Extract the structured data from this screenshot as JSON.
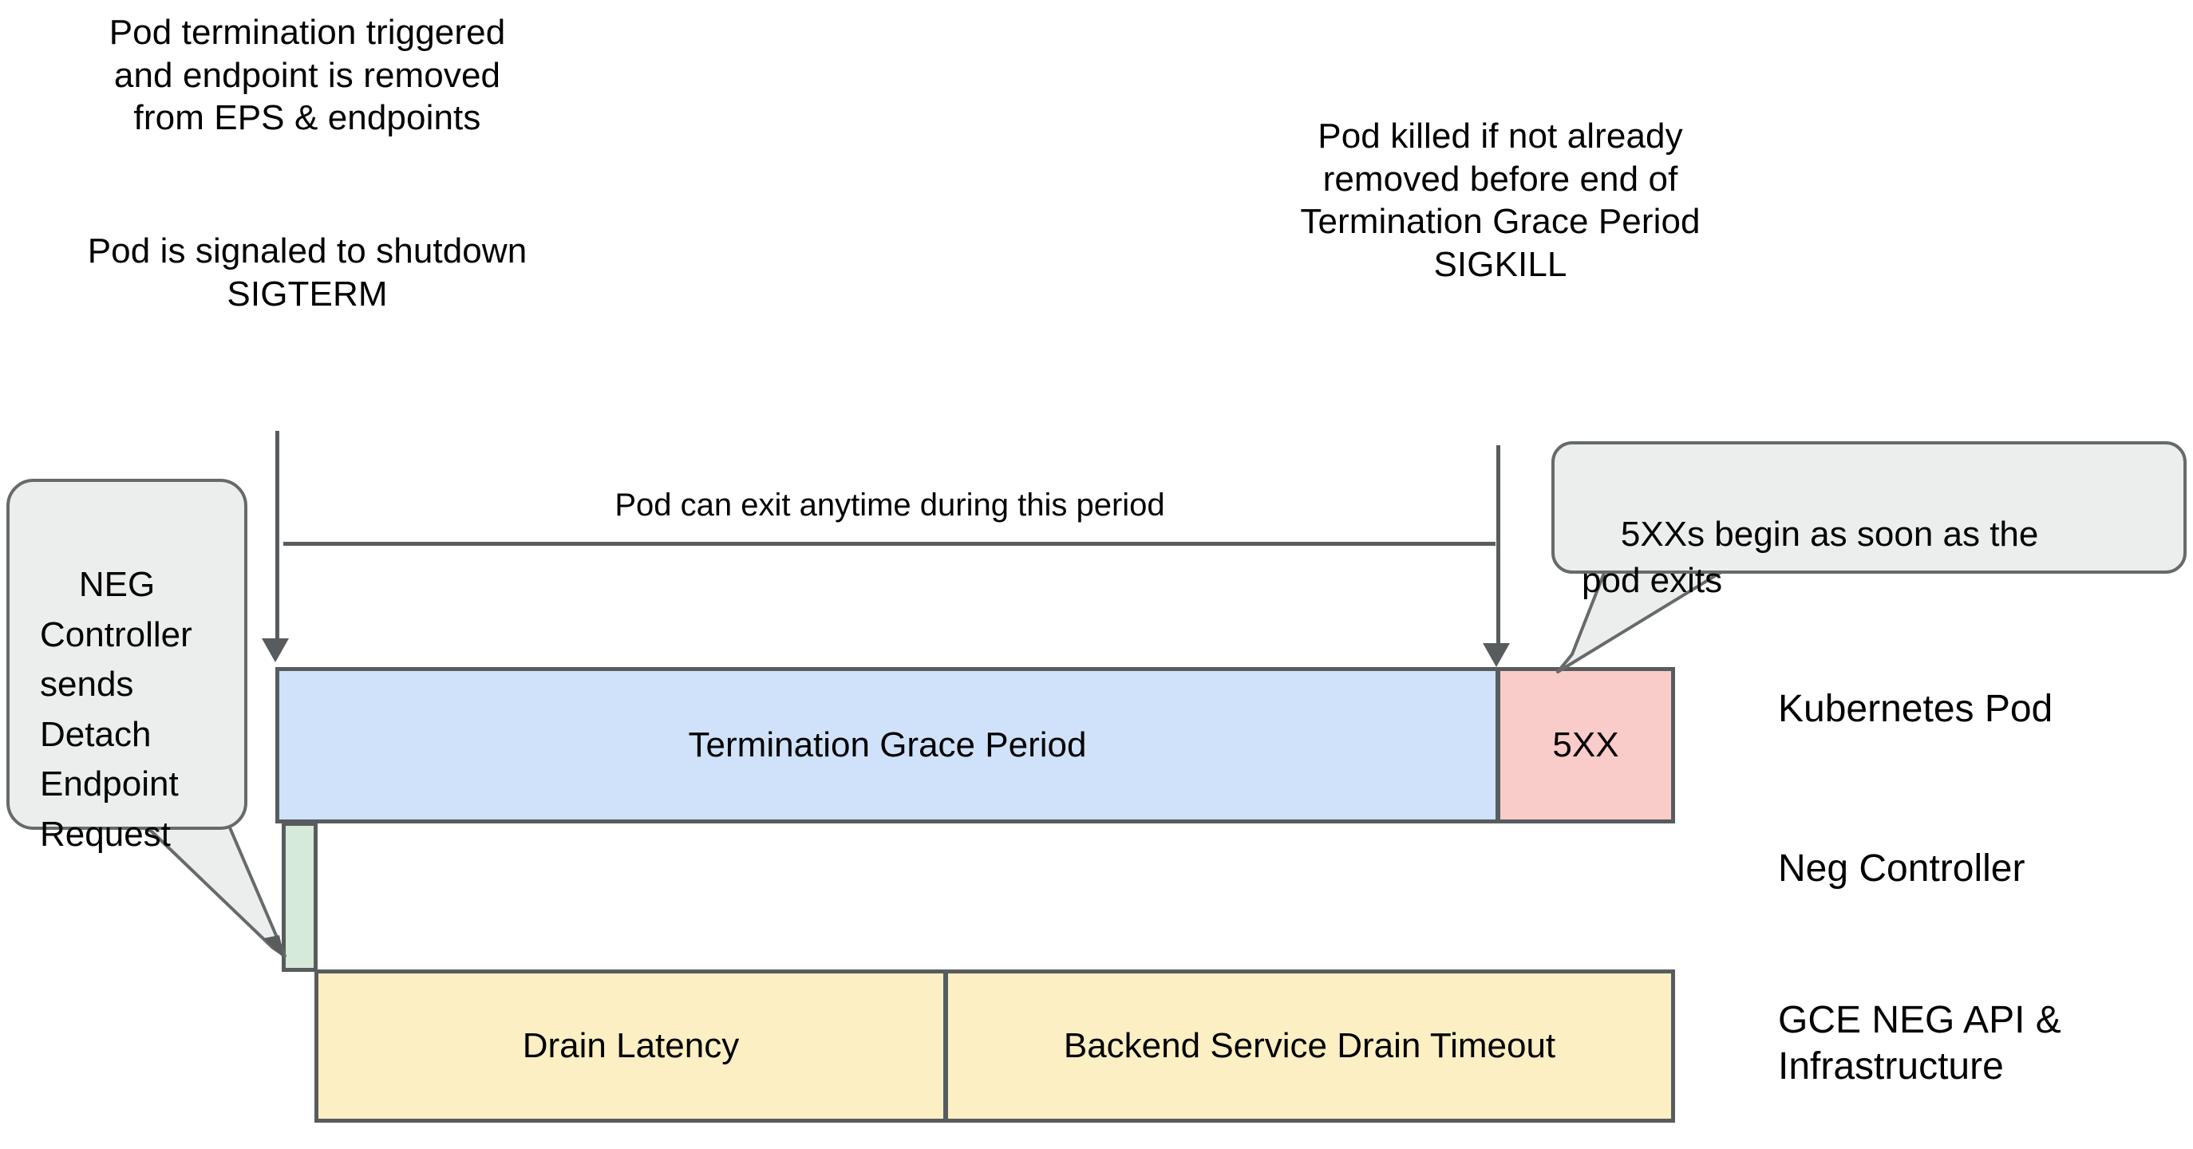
{
  "diagram": {
    "title_text_blocks": {
      "left_top": "Pod termination triggered\nand endpoint is removed\nfrom EPS & endpoints",
      "left_bottom": "Pod is signaled to shutdown\nSIGTERM",
      "right": "Pod killed if not already\nremoved before end of\nTermination Grace Period\nSIGKILL"
    },
    "span": {
      "label": "Pod can exit anytime during this period"
    },
    "bars": [
      {
        "id": "termination-grace-period",
        "label": "Termination Grace Period",
        "color": "#cfe2f9",
        "row": "Kubernetes Pod"
      },
      {
        "id": "5xx",
        "label": "5XX",
        "color": "#f9ccca",
        "row": "Kubernetes Pod"
      },
      {
        "id": "neg-controller",
        "label": "",
        "color": "#d5ead9",
        "row": "Neg Controller"
      },
      {
        "id": "drain-latency",
        "label": "Drain Latency",
        "color": "#fbefc3",
        "row": "GCE NEG API & Infrastructure"
      },
      {
        "id": "backend-service-drain-timeout",
        "label": "Backend Service Drain Timeout",
        "color": "#fbefc3",
        "row": "GCE NEG API & Infrastructure"
      }
    ],
    "row_labels": {
      "pod": "Kubernetes Pod",
      "neg": "Neg Controller",
      "gce": "GCE NEG API &\nInfrastructure"
    },
    "callouts": {
      "neg_controller": "NEG\nController\nsends\nDetach\nEndpoint\nRequest",
      "five_xx": "5XXs begin as soon as the\npod exits"
    },
    "colors": {
      "stroke": "#585c5e",
      "callout_fill": "#eceded",
      "callout_stroke": "#666a6c",
      "blue": "#cfe2f9",
      "pink": "#f9ccca",
      "green": "#d5ead9",
      "yellow": "#fbefc3",
      "background": "#ffffff",
      "text": "#000000"
    }
  }
}
